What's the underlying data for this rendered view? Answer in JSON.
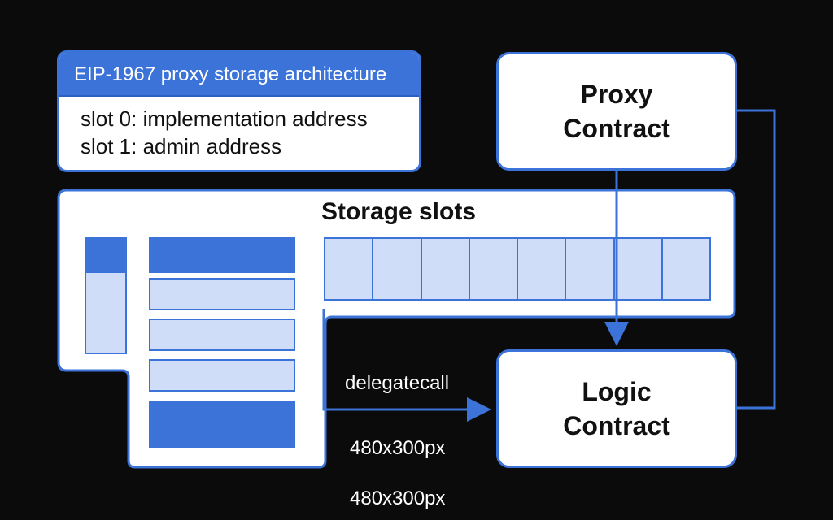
{
  "legend": {
    "title": "EIP-1967 proxy storage architecture",
    "lines": [
      "slot 0: implementation address",
      "slot 1: admin address"
    ]
  },
  "storage": {
    "title": "Storage slots"
  },
  "proxy": {
    "line1": "Proxy",
    "line2": "Contract"
  },
  "logic": {
    "line1": "Logic",
    "line2": "Contract"
  },
  "arrow_label": "delegatecall",
  "size_labels": [
    "480x300px",
    "480x300px"
  ],
  "colors": {
    "background": "#0b0b0b",
    "accent": "#3b73d9",
    "cell_fill": "#cfddf8",
    "panel": "#ffffff"
  }
}
